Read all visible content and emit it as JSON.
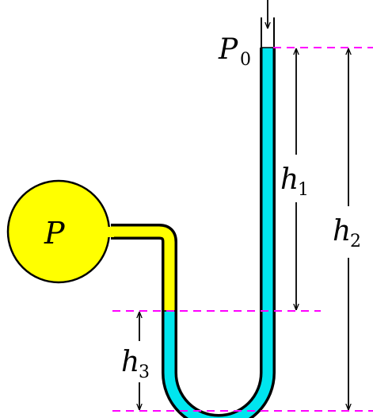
{
  "labels": {
    "bulb": "P",
    "atm": "P",
    "atm_sub": "0",
    "h1": "h",
    "h1_sub": "1",
    "h2": "h",
    "h2_sub": "2",
    "h3": "h",
    "h3_sub": "3"
  },
  "colors": {
    "gas": "#ffff00",
    "liquid": "#00e5ee",
    "level_line": "#ff00ff",
    "outline": "#000000"
  }
}
